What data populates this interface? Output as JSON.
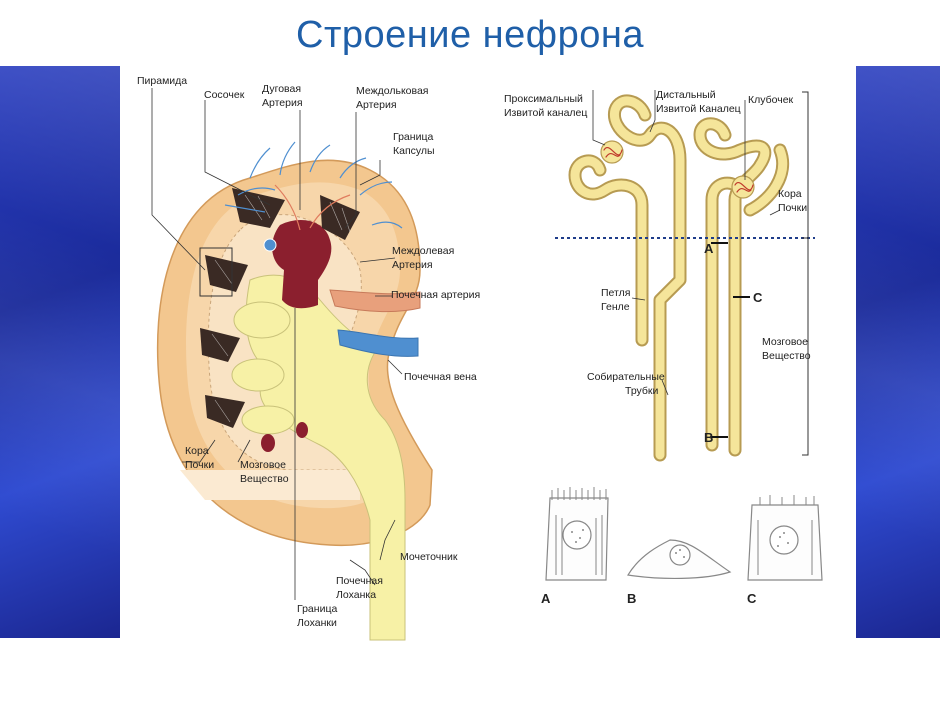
{
  "title": "Строение нефрона",
  "kidney": {
    "pyramid": "Пирамида",
    "papilla": "Сосочек",
    "arcuate_artery": [
      "Дуговая",
      "Артерия"
    ],
    "interlobular_artery": [
      "Междольковая",
      "Артерия"
    ],
    "capsule_border": [
      "Граница",
      "Капсулы"
    ],
    "interlobar_artery": [
      "Междолевая",
      "Артерия"
    ],
    "renal_artery": "Почечная артерия",
    "renal_vein": "Почечная вена",
    "cortex": [
      "Кора",
      "Почки"
    ],
    "medulla": [
      "Мозговое",
      "Вещество"
    ],
    "ureter": "Мочеточник",
    "renal_pelvis": [
      "Почечная",
      "Лоханка"
    ],
    "pelvis_border": [
      "Граница",
      "Лоханки"
    ]
  },
  "nephron": {
    "proximal_tubule": [
      "Проксимальный",
      "Извитой каналец"
    ],
    "distal_tubule": [
      "Дистальный",
      "Извитой Каналец"
    ],
    "glomerulus": "Клубочек",
    "cortex": [
      "Кора",
      "Почки"
    ],
    "loop_henle": [
      "Петля",
      "Генле"
    ],
    "collecting_ducts": [
      "Собирательные",
      "Трубки"
    ],
    "medulla": [
      "Мозговое",
      "Вещество"
    ],
    "marker_a": "A",
    "marker_b": "B",
    "marker_c": "C"
  },
  "cells": {
    "label_a": "A",
    "label_b": "B",
    "label_c": "C"
  },
  "colors": {
    "kidney_outer": "#f3c78f",
    "kidney_cortex": "#f7d6aa",
    "medulla": "#f9e3c4",
    "pelvis": "#f7f1a6",
    "artery": "#e07c5e",
    "vein": "#4f8fd0",
    "hilum": "#8b1f2e",
    "tubule": "#f5e59a",
    "tubule_stroke": "#b79b52"
  }
}
